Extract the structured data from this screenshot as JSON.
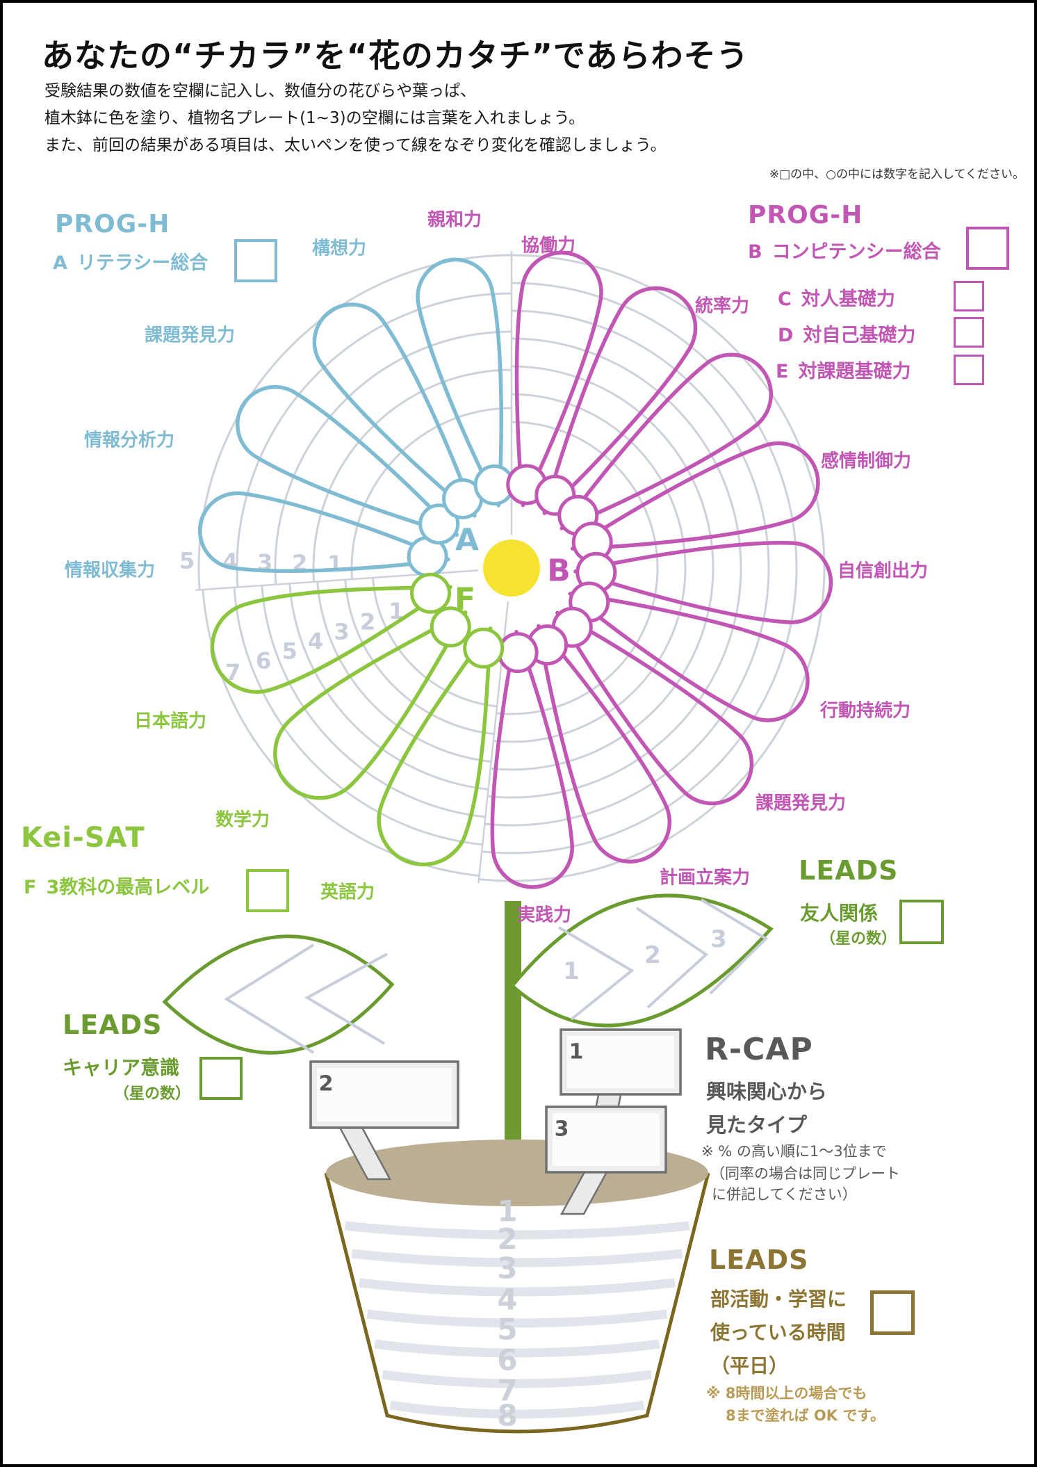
{
  "page": {
    "title": "あなたの“チカラ”を“花のカタチ”であらわそう",
    "intro_lines": [
      "受験結果の数値を空欄に記入し、数値分の花びらや葉っぱ、",
      "植木鉢に色を塗り、植物名プレート(1~3)の空欄には言葉を入れましょう。",
      "また、前回の結果がある項目は、太いペンを使って線をなぞり変化を確認しましょう。"
    ],
    "fill_note": "※□の中、○の中には数字を記入してください。"
  },
  "colors": {
    "blue": "#7fbcd4",
    "magenta": "#c156b5",
    "green": "#8cc63f",
    "leads_green": "#699b2e",
    "brown": "#8c7532",
    "gold": "#b99a55",
    "rcap_grey": "#57585a",
    "ring": "#cdd2da",
    "grey_num": "#c7cdda",
    "yellow": "#f6e331",
    "stem": "#6f9a2f",
    "pot_tan": "#bcae92",
    "pot_line": "#7b661d",
    "pot_stripe": "#e1e4ea",
    "pot_num": "#ccd1d9",
    "plate_line": "#6f7173",
    "plate_fill": "#eceeef",
    "plate_num": "#58595b"
  },
  "prog_h_left": {
    "title": "PROG-H",
    "item": {
      "key": "A",
      "label": "リテラシー総合"
    }
  },
  "prog_h_right": {
    "title": "PROG-H",
    "items": [
      {
        "key": "B",
        "label": "コンピテンシー総合"
      },
      {
        "key": "C",
        "label": "対人基礎力"
      },
      {
        "key": "D",
        "label": "対自己基礎力"
      },
      {
        "key": "E",
        "label": "対課題基礎力"
      }
    ]
  },
  "kei_sat": {
    "title": "Kei-SAT",
    "item": {
      "key": "F",
      "label": "3教科の最高レベル"
    }
  },
  "leads_career": {
    "title": "LEADS",
    "label": "キャリア意識",
    "sub": "（星の数）"
  },
  "leads_friend": {
    "title": "LEADS",
    "label": "友人関係",
    "sub": "（星の数）"
  },
  "r_cap": {
    "title": "R-CAP",
    "desc_lines": [
      "興味関心から",
      "見たタイプ"
    ],
    "note_lines": [
      "※ % の高い順に1～3位まで",
      "（同率の場合は同じプレート",
      "に併記してください）"
    ]
  },
  "leads_time": {
    "title": "LEADS",
    "label_lines": [
      "部活動・学習に",
      "使っている時間",
      "（平日）"
    ],
    "note_lines": [
      "※ 8時間以上の場合でも",
      "8まで塗れば OK です。"
    ]
  },
  "chart_data": {
    "type": "flower-ability-diagram",
    "center_letters": [
      "A",
      "B",
      "F"
    ],
    "sections": [
      {
        "id": "A",
        "color_key": "blue",
        "petals": [
          "情報収集力",
          "情報分析力",
          "課題発見力",
          "構想力"
        ],
        "scale_numbers": [
          1,
          2,
          3,
          4,
          5
        ]
      },
      {
        "id": "B",
        "color_key": "magenta",
        "petals": [
          "親和力",
          "協働力",
          "統率力",
          "感情制御力",
          "自信創出力",
          "行動持続力",
          "課題発見力",
          "計画立案力",
          "実践力"
        ],
        "scale_numbers": []
      },
      {
        "id": "F",
        "color_key": "green",
        "petals": [
          "日本語力",
          "数学力",
          "英語力"
        ],
        "scale_numbers": [
          1,
          2,
          3,
          4,
          5,
          6,
          7
        ]
      }
    ],
    "leaf_numbers": [
      1,
      2,
      3
    ],
    "plates": [
      {
        "number": "1"
      },
      {
        "number": "2"
      },
      {
        "number": "3"
      }
    ],
    "pot_levels": [
      1,
      2,
      3,
      4,
      5,
      6,
      7,
      8
    ]
  }
}
